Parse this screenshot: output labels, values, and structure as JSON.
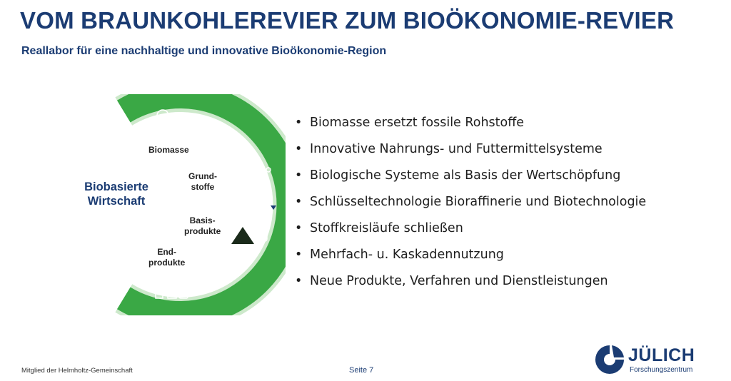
{
  "header": {
    "title": "VOM BRAUNKOHLEREVIER ZUM BIOÖKONOMIE-REVIER",
    "subtitle": "Reallabor für eine nachhaltige und innovative Bioökonomie-Region"
  },
  "diagram": {
    "center_line1": "Biobasierte",
    "center_line2": "Wirtschaft",
    "stage1": "Biomasse",
    "stage2_line1": "Grund-",
    "stage2_line2": "stoffe",
    "stage3_line1": "Basis-",
    "stage3_line2": "produkte",
    "stage4_line1": "End-",
    "stage4_line2": "produkte",
    "ring_color": "#3aa845",
    "icons": [
      "tree-icon",
      "wheat-icon",
      "molecule-icon",
      "raw-material-pile-icon",
      "barrel-icon",
      "bottle-icon",
      "package-icon"
    ]
  },
  "bullets": [
    "Biomasse ersetzt fossile Rohstoffe",
    "Innovative Nahrungs- und Futtermittelsysteme",
    "Biologische Systeme als Basis der Wertschöpfung",
    "Schlüsseltechnologie Bioraffinerie und Biotechnologie",
    "Stoffkreisläufe schließen",
    "Mehrfach- u. Kaskadennutzung",
    "Neue Produkte, Verfahren und Dienstleistungen"
  ],
  "footer": {
    "membership": "Mitglied der Helmholtz-Gemeinschaft",
    "page": "Seite 7"
  },
  "logo": {
    "name": "JÜLICH",
    "sub": "Forschungszentrum",
    "color": "#1b3c73"
  }
}
